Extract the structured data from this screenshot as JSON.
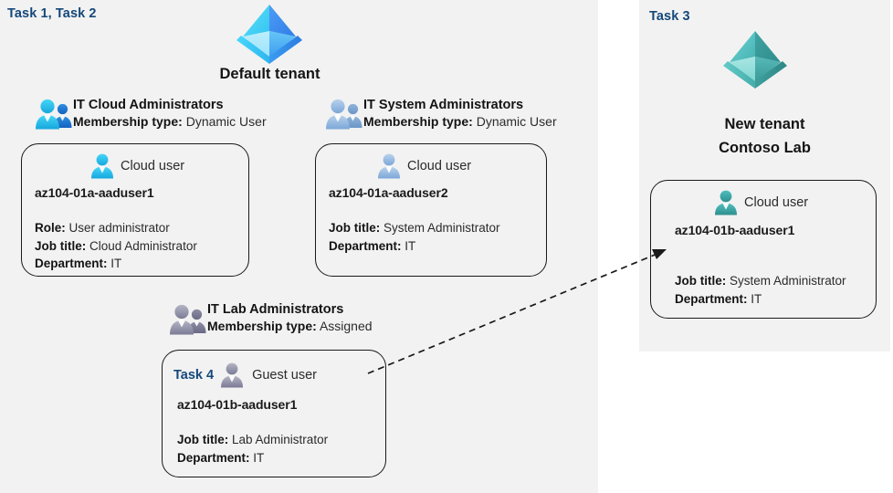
{
  "panels": {
    "left": {
      "task_label": "Task 1, Task 2"
    },
    "right": {
      "task_label": "Task 3"
    }
  },
  "tenants": [
    {
      "id": "default-tenant",
      "icon": "azure-ad-tenant-icon",
      "color": "#3ec8f5",
      "title": "Default tenant",
      "title_line2": ""
    },
    {
      "id": "new-tenant",
      "icon": "azure-ad-tenant-icon",
      "color": "#4cb5b5",
      "title": "New  tenant",
      "title_line2": "Contoso Lab"
    }
  ],
  "groups": [
    {
      "id": "it-cloud-administrators",
      "icon": "group-users-icon",
      "icon_color": "#29b6e8",
      "name": "IT Cloud Administrators",
      "membership_label": "Membership type:",
      "membership_value": "Dynamic User"
    },
    {
      "id": "it-system-administrators",
      "icon": "group-users-icon",
      "icon_color": "#8fb4da",
      "name": "IT System Administrators",
      "membership_label": "Membership type:",
      "membership_value": "Dynamic User"
    },
    {
      "id": "it-lab-administrators",
      "icon": "group-users-icon",
      "icon_color": "#8b8ba3",
      "name": "IT Lab Administrators",
      "membership_label": "Membership type:",
      "membership_value": "Assigned"
    }
  ],
  "cards": [
    {
      "id": "card-aaduser1-cloud",
      "task": "",
      "user_type": "Cloud user",
      "user_icon": "cloud-user-icon",
      "user_icon_color": "#2ec4ef",
      "upn": "az104-01a-aaduser1",
      "attrs": [
        {
          "label": "Role:",
          "value": "User administrator"
        },
        {
          "label": "Job title:",
          "value": "Cloud Administrator"
        },
        {
          "label": "Department:",
          "value": "IT"
        }
      ]
    },
    {
      "id": "card-aaduser2-cloud",
      "task": "",
      "user_type": "Cloud user",
      "user_icon": "cloud-user-icon",
      "user_icon_color": "#8fb4da",
      "upn": "az104-01a-aaduser2",
      "attrs": [
        {
          "label": "Job title:",
          "value": "System Administrator"
        },
        {
          "label": "Department:",
          "value": "IT"
        }
      ]
    },
    {
      "id": "card-aaduser1b-guest",
      "task": "Task 4",
      "user_type": "Guest user",
      "user_icon": "guest-user-icon",
      "user_icon_color": "#8b8ba3",
      "upn": "az104-01b-aaduser1",
      "attrs": [
        {
          "label": "Job title:",
          "value": "Lab Administrator"
        },
        {
          "label": "Department:",
          "value": "IT"
        }
      ]
    },
    {
      "id": "card-aaduser1b-cloud",
      "task": "",
      "user_type": "Cloud user",
      "user_icon": "cloud-user-icon",
      "user_icon_color": "#3aa6a6",
      "upn": "az104-01b-aaduser1",
      "attrs": [
        {
          "label": "Job title:",
          "value": "System Administrator"
        },
        {
          "label": "Department:",
          "value": "IT"
        }
      ]
    }
  ],
  "connector": {
    "id": "guest-to-cloud-invite-arrow",
    "style": "dashed-arrow"
  },
  "colors": {
    "panel_bg": "#f2f2f2",
    "page_bg": "#ffffff",
    "task_text": "#15487a",
    "card_border": "#1a1a1a",
    "body_text": "#2b2b2b",
    "heading_text": "#141414"
  }
}
